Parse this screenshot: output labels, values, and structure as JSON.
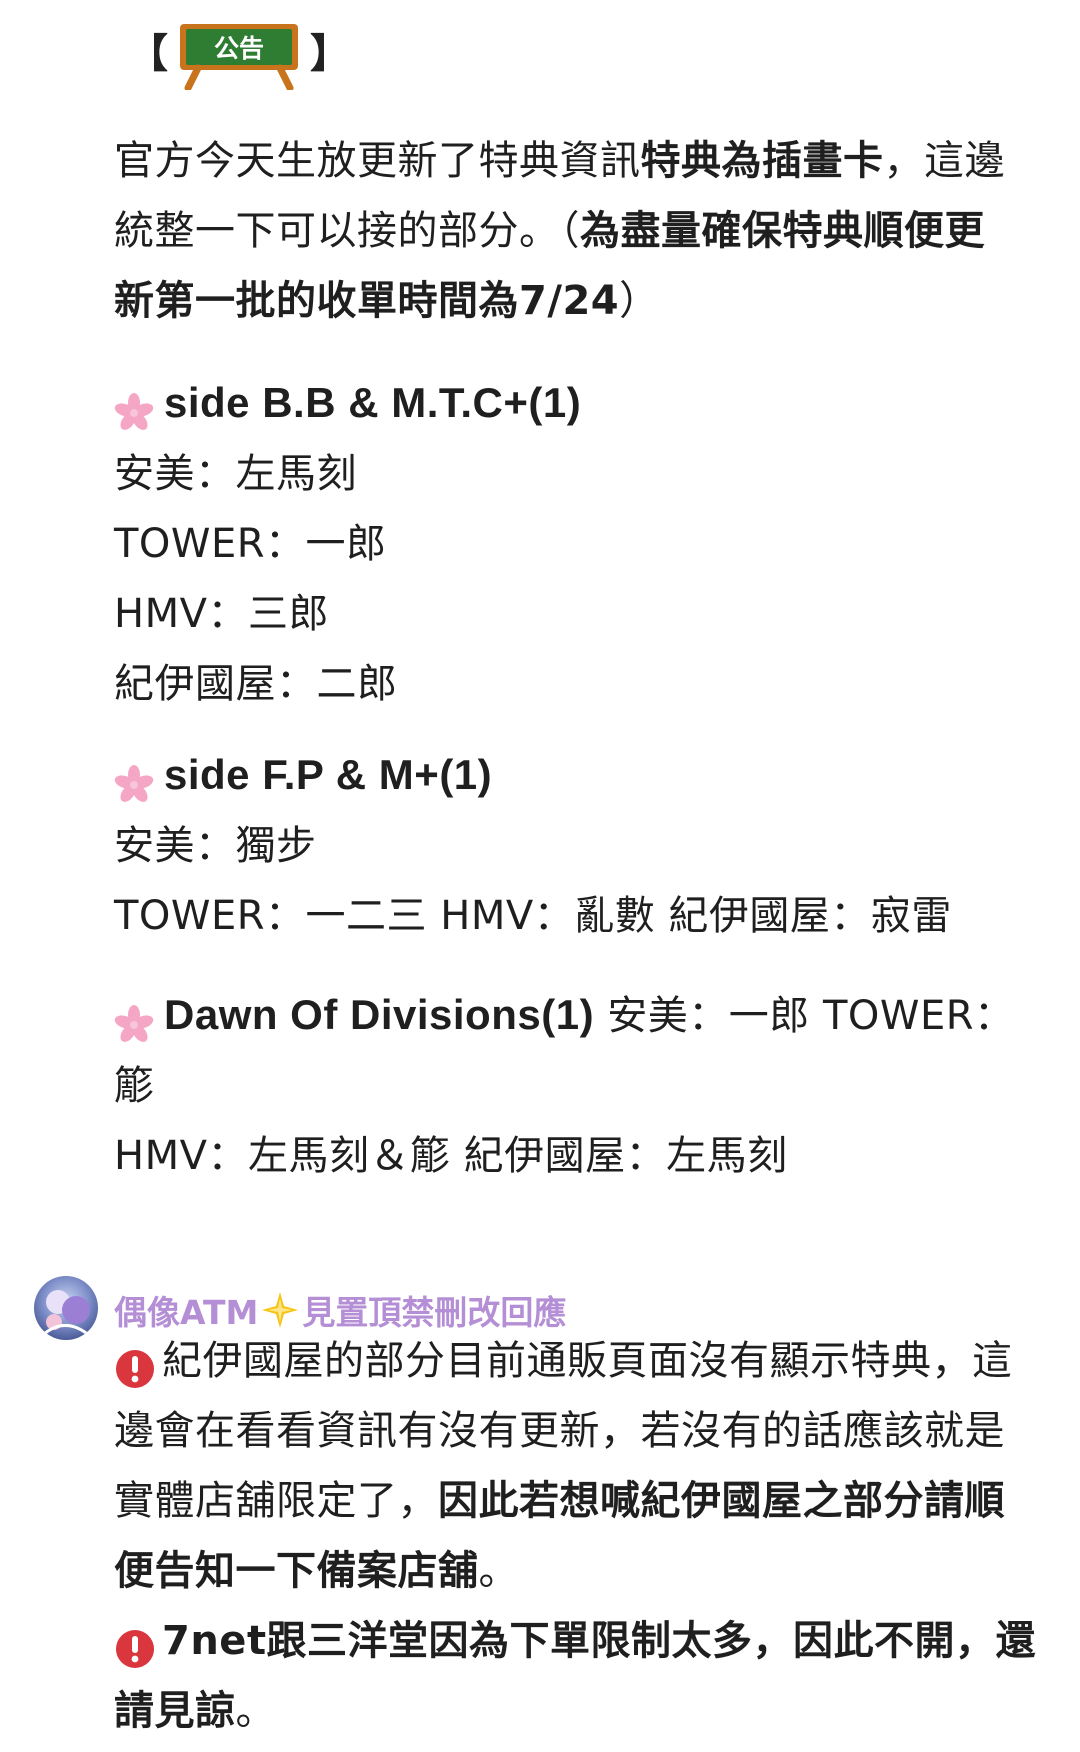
{
  "notice": {
    "open_bracket": "【",
    "close_bracket": "】",
    "board_text": "公告"
  },
  "intro": {
    "line1_normal": "官方今天生放更新了特典資訊",
    "line1_bold": "特典為插畫卡",
    "line1_end": "，這邊",
    "line2_normal": "統整一下可以接的部分。（",
    "line2_bold": "為盡量確保特典順便更",
    "line3_bold": "新第一批的收單時間為7/24",
    "line3_end": "）"
  },
  "section1": {
    "title": "side B.B & M.T.C+(1)",
    "lines": [
      "安美：左馬刻",
      "TOWER：一郎",
      "HMV：三郎",
      "紀伊國屋：二郎"
    ]
  },
  "section2": {
    "title": "side F.P & M+(1)",
    "lines": [
      "安美：獨步",
      "TOWER：一二三 HMV：亂數 紀伊國屋：寂雷"
    ]
  },
  "section3": {
    "title": "Dawn Of Divisions(1)",
    "title_tail": " 安美：一郎 TOWER：簓",
    "line2": "HMV：左馬刻＆簓 紀伊國屋：左馬刻"
  },
  "reply": {
    "name_part1": "偶像ATM",
    "name_part2": "見置頂禁刪改回應",
    "p1_line1": "紀伊國屋的部分目前通販頁面沒有顯示特典，這",
    "p1_line2": "邊會在看看資訊有沒有更新，若沒有的話應該就是",
    "p1_line3_normal": "實體店舖限定了，",
    "p1_line3_bold": "因此若想喊紀伊國屋之部分請順",
    "p1_line4_bold": "便告知一下備案店舖",
    "p1_line4_end": "。",
    "p2_line1_bold": "7net跟三洋堂因為下單限制太多，因此不開，還",
    "p2_line2_bold": "請見諒",
    "p2_line2_end": "。"
  },
  "colors": {
    "flower": "#f4a6c4",
    "warn": "#d9363e",
    "reply_name": "#b58fd6",
    "board_green": "#2e7d32",
    "board_wood": "#c8741c"
  }
}
